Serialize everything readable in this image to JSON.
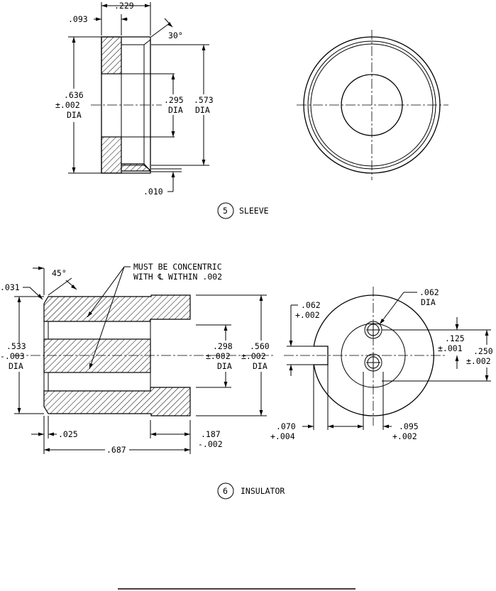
{
  "sleeve": {
    "dim_093": ".093",
    "dim_229": ".229",
    "dim_30deg": "30°",
    "dim_636": ".636",
    "dim_636_tol": "±.002",
    "dim_636_dia": "DIA",
    "dim_295": ".295",
    "dim_295_dia": "DIA",
    "dim_573": ".573",
    "dim_573_dia": "DIA",
    "dim_010": ".010",
    "callout_number": "5",
    "callout_label": "SLEEVE"
  },
  "insulator": {
    "note_line1": "MUST BE CONCENTRIC",
    "note_line2": "WITH ℄ WITHIN .002",
    "dim_031": ".031",
    "dim_45deg": "45°",
    "dim_533": ".533",
    "dim_533_tol": "-.003",
    "dim_533_dia": "DIA",
    "dim_298": ".298",
    "dim_298_tol": "±.002",
    "dim_298_dia": "DIA",
    "dim_560": ".560",
    "dim_560_tol": "±.002",
    "dim_560_dia": "DIA",
    "dim_025": ".025",
    "dim_187": ".187",
    "dim_187_tol": "-.002",
    "dim_687": ".687",
    "dim_062_left": ".062",
    "dim_062_left_tol": "+.002",
    "dim_062_hole": ".062",
    "dim_062_hole_dia": "DIA",
    "dim_125": ".125",
    "dim_125_tol": "±.001",
    "dim_250": ".250",
    "dim_250_tol": "±.002",
    "dim_070": ".070",
    "dim_070_tol": "+.004",
    "dim_095": ".095",
    "dim_095_tol": "+.002",
    "callout_number": "6",
    "callout_label": "INSULATOR"
  }
}
